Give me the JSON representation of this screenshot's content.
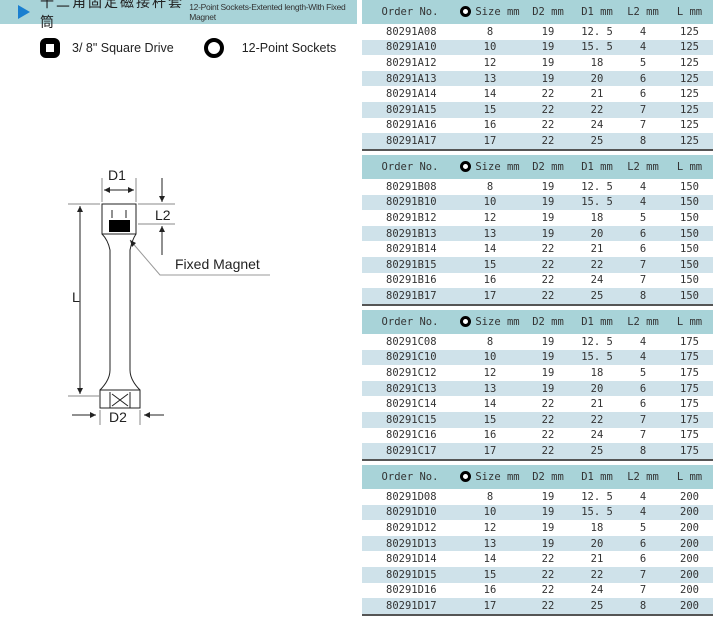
{
  "title": {
    "cn": "十二角固定磁接杆套筒",
    "en": "12-Point Sockets-Extented length-With Fixed Magnet"
  },
  "legend": {
    "drive": "3/ 8\"  Square Drive",
    "sockets": "12-Point Sockets"
  },
  "diagram": {
    "d1": "D1",
    "d2": "D2",
    "l2": "L2",
    "l": "L",
    "magnet": "Fixed Magnet"
  },
  "colors": {
    "header": "#a8d3d8",
    "stripe": "#cfe2ea",
    "arrow": "#1a7fd0"
  },
  "columns": [
    "Order No.",
    "Size mm",
    "D2 mm",
    "D1 mm",
    "L2 mm",
    "L mm"
  ],
  "tables": [
    {
      "rows": [
        [
          "80291A08",
          "8",
          "19",
          "12. 5",
          "4",
          "125"
        ],
        [
          "80291A10",
          "10",
          "19",
          "15. 5",
          "4",
          "125"
        ],
        [
          "80291A12",
          "12",
          "19",
          "18",
          "5",
          "125"
        ],
        [
          "80291A13",
          "13",
          "19",
          "20",
          "6",
          "125"
        ],
        [
          "80291A14",
          "14",
          "22",
          "21",
          "6",
          "125"
        ],
        [
          "80291A15",
          "15",
          "22",
          "22",
          "7",
          "125"
        ],
        [
          "80291A16",
          "16",
          "22",
          "24",
          "7",
          "125"
        ],
        [
          "80291A17",
          "17",
          "22",
          "25",
          "8",
          "125"
        ]
      ]
    },
    {
      "rows": [
        [
          "80291B08",
          "8",
          "19",
          "12. 5",
          "4",
          "150"
        ],
        [
          "80291B10",
          "10",
          "19",
          "15. 5",
          "4",
          "150"
        ],
        [
          "80291B12",
          "12",
          "19",
          "18",
          "5",
          "150"
        ],
        [
          "80291B13",
          "13",
          "19",
          "20",
          "6",
          "150"
        ],
        [
          "80291B14",
          "14",
          "22",
          "21",
          "6",
          "150"
        ],
        [
          "80291B15",
          "15",
          "22",
          "22",
          "7",
          "150"
        ],
        [
          "80291B16",
          "16",
          "22",
          "24",
          "7",
          "150"
        ],
        [
          "80291B17",
          "17",
          "22",
          "25",
          "8",
          "150"
        ]
      ]
    },
    {
      "rows": [
        [
          "80291C08",
          "8",
          "19",
          "12. 5",
          "4",
          "175"
        ],
        [
          "80291C10",
          "10",
          "19",
          "15. 5",
          "4",
          "175"
        ],
        [
          "80291C12",
          "12",
          "19",
          "18",
          "5",
          "175"
        ],
        [
          "80291C13",
          "13",
          "19",
          "20",
          "6",
          "175"
        ],
        [
          "80291C14",
          "14",
          "22",
          "21",
          "6",
          "175"
        ],
        [
          "80291C15",
          "15",
          "22",
          "22",
          "7",
          "175"
        ],
        [
          "80291C16",
          "16",
          "22",
          "24",
          "7",
          "175"
        ],
        [
          "80291C17",
          "17",
          "22",
          "25",
          "8",
          "175"
        ]
      ]
    },
    {
      "rows": [
        [
          "80291D08",
          "8",
          "19",
          "12. 5",
          "4",
          "200"
        ],
        [
          "80291D10",
          "10",
          "19",
          "15. 5",
          "4",
          "200"
        ],
        [
          "80291D12",
          "12",
          "19",
          "18",
          "5",
          "200"
        ],
        [
          "80291D13",
          "13",
          "19",
          "20",
          "6",
          "200"
        ],
        [
          "80291D14",
          "14",
          "22",
          "21",
          "6",
          "200"
        ],
        [
          "80291D15",
          "15",
          "22",
          "22",
          "7",
          "200"
        ],
        [
          "80291D16",
          "16",
          "22",
          "24",
          "7",
          "200"
        ],
        [
          "80291D17",
          "17",
          "22",
          "25",
          "8",
          "200"
        ]
      ]
    }
  ]
}
